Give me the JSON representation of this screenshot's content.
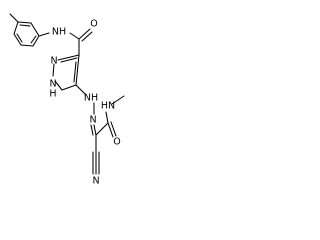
{
  "molecule": {
    "bond_color": "#000000",
    "label_color": "#000000",
    "atom_labels": {
      "amide_nh": "NH",
      "amide_o": "O",
      "imidazole_n_top": "N",
      "imidazole_nh_bottom": "N",
      "imidazole_h_bottom": "H",
      "hydrazone_nh": "NH",
      "hydrazone_n": "N",
      "methylamide_nh": "HN",
      "methylamide_o": "O",
      "nitrile_n": "N"
    }
  }
}
